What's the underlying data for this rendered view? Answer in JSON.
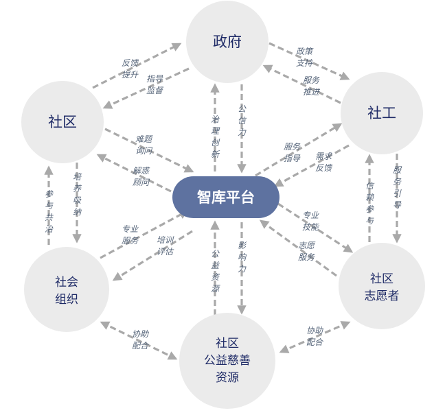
{
  "nodes": {
    "zhengfu": [
      "政府"
    ],
    "shequ": [
      "社区"
    ],
    "shegong": [
      "社工"
    ],
    "shehui_zuzhi": [
      "社会",
      "组织"
    ],
    "shequ_zhiyuanzhe": [
      "社区",
      "志愿者"
    ],
    "gongyi_ziyuan": [
      "社区",
      "公益慈善",
      "资源"
    ],
    "hub": [
      "智库平台"
    ]
  },
  "edges": {
    "shequ_to_zhengfu": [
      "反馈",
      "提升"
    ],
    "zhengfu_to_shequ": [
      "指导",
      "监督"
    ],
    "zhengfu_to_shegong": [
      "政策",
      "支持"
    ],
    "shegong_to_zhengfu": [
      "服务",
      "推进"
    ],
    "hub_to_zhengfu": [
      "治",
      "理",
      "创",
      "新"
    ],
    "zhengfu_to_hub": [
      "公",
      "信",
      "力"
    ],
    "shequ_to_hub": [
      "难题",
      "询问"
    ],
    "hub_to_shequ": [
      "解惑",
      "顾问"
    ],
    "hub_to_shegong": [
      "服务",
      "指导"
    ],
    "shegong_to_hub": [
      "需求",
      "反馈"
    ],
    "zuzhi_to_shequ": [
      "参",
      "与",
      "共",
      "治"
    ],
    "shequ_to_zuzhi": [
      "培",
      "养",
      "吸",
      "纳"
    ],
    "zhiyuanzhe_to_shegong": [
      "信",
      "赖",
      "参",
      "与"
    ],
    "shegong_to_zhiyuanzhe": [
      "服",
      "务",
      "引",
      "导"
    ],
    "zuzhi_to_hub": [
      "专业",
      "服务"
    ],
    "hub_to_zuzhi": [
      "培训",
      "评估"
    ],
    "hub_to_zhiyuanzhe": [
      "专业",
      "技能"
    ],
    "zhiyuanzhe_to_hub": [
      "志愿",
      "服务"
    ],
    "ziyuan_to_hub": [
      "公",
      "益",
      "资",
      "源"
    ],
    "hub_to_ziyuan": [
      "影",
      "响",
      "力"
    ],
    "zuzhi_ziyuan": [
      "协助",
      "配合"
    ],
    "ziyuan_zhiyuanzhe": [
      "协助",
      "配合"
    ]
  }
}
